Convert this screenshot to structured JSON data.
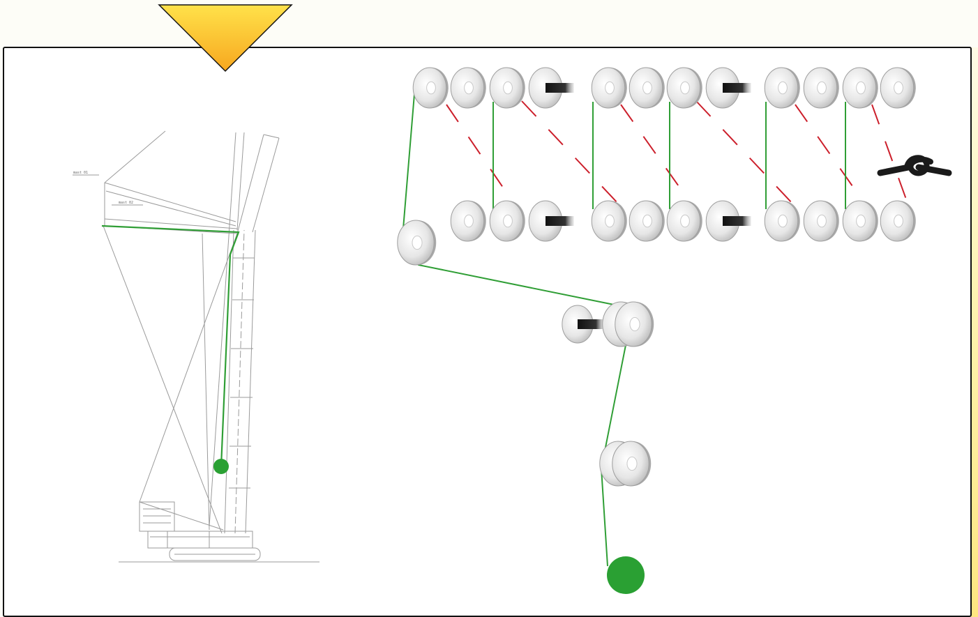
{
  "colors": {
    "reeving_line": "#2f9e35",
    "dead_end_line": "#cc1f2b",
    "pointer_top": "#ffe24a",
    "pointer_bottom": "#f7a71f",
    "frame": "#111111",
    "sheave": "#dcdcdc",
    "shaft": "#222222",
    "hook_dot": "#2aa033"
  },
  "icons": {
    "pointer": "down-triangle-pointer",
    "knot": "rope-knot-icon",
    "sheave": "pulley-sheave-icon",
    "hook": "hook-block-dot"
  },
  "crane_drawing": {
    "labels": [
      "mast 01",
      "mast 02"
    ]
  },
  "sheave_layout": {
    "top_row_count": 12,
    "bottom_row_count": 11,
    "groups_per_row": 3,
    "sheaves_per_group": 4,
    "shaft_indicators": 5
  }
}
